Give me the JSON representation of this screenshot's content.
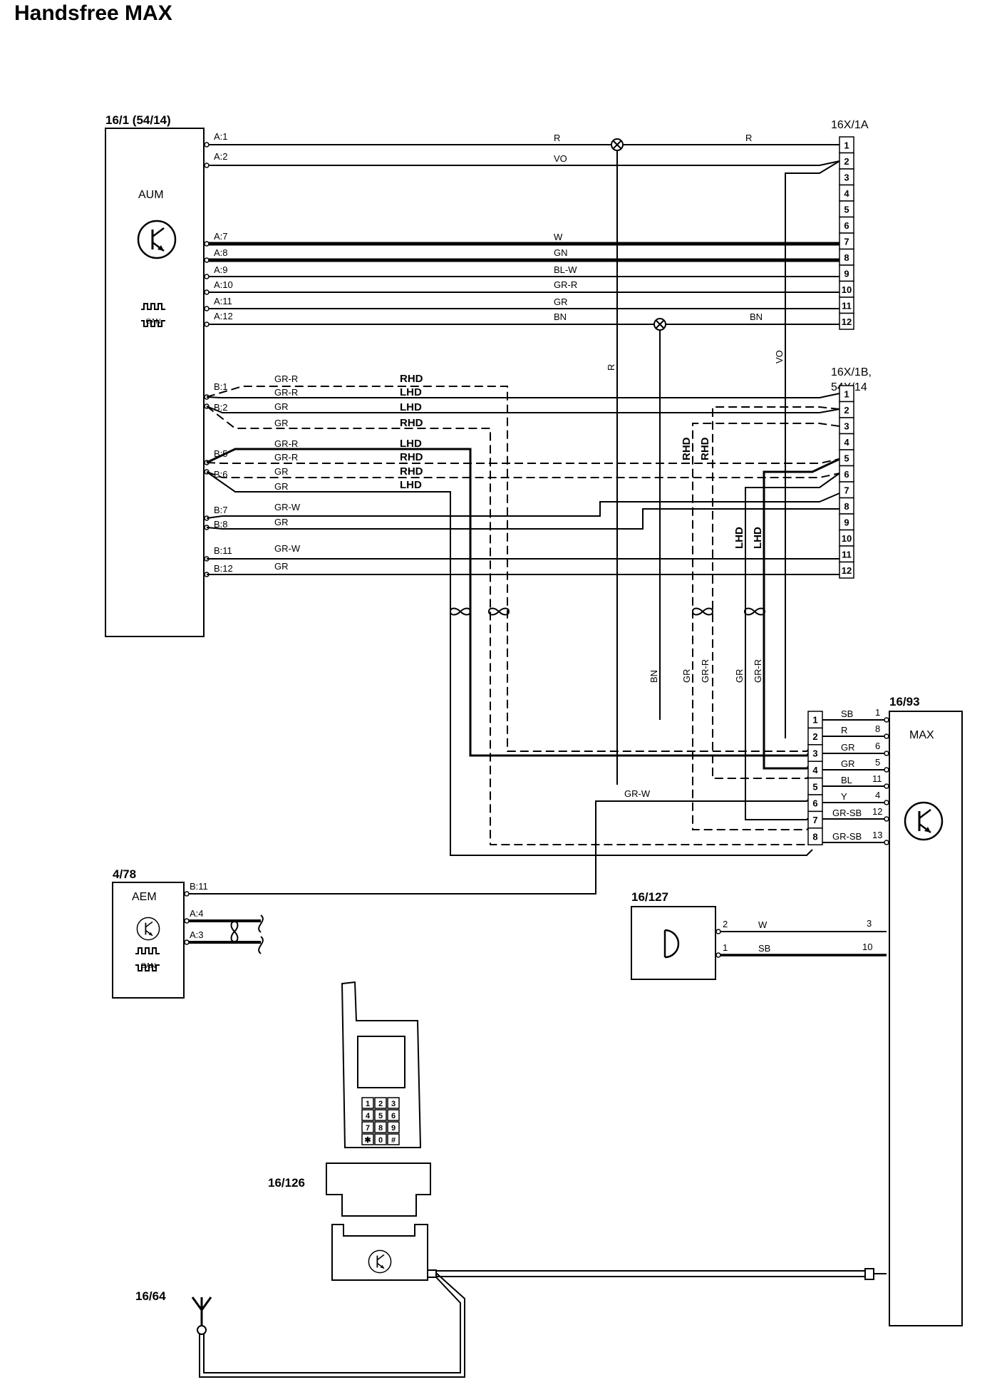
{
  "title": "Handsfree MAX",
  "components": {
    "aum": {
      "ref": "16/1 (54/14)",
      "name": "AUM",
      "can": "CAN"
    },
    "aem": {
      "ref": "4/78",
      "name": "AEM",
      "can": "CAN"
    },
    "max": {
      "ref": "16/93",
      "name": "MAX"
    },
    "mic": {
      "ref": "16/127"
    },
    "phone_holder": {
      "ref": "16/126"
    },
    "antenna": {
      "ref": "16/64"
    }
  },
  "connectors": {
    "c16x1a": {
      "ref": "16X/1A",
      "pins": [
        "1",
        "2",
        "3",
        "4",
        "5",
        "6",
        "7",
        "8",
        "9",
        "10",
        "11",
        "12"
      ]
    },
    "c16x1b": {
      "ref1": "16X/1B,",
      "ref2": "54X/14",
      "pins": [
        "1",
        "2",
        "3",
        "4",
        "5",
        "6",
        "7",
        "8",
        "9",
        "10",
        "11",
        "12"
      ]
    },
    "cmax": {
      "pins": [
        "1",
        "2",
        "3",
        "4",
        "5",
        "6",
        "7",
        "8"
      ]
    }
  },
  "aum_a": [
    {
      "pin": "A:1",
      "color": "R"
    },
    {
      "pin": "A:2",
      "color": "VO"
    },
    {
      "pin": "A:7",
      "color": "W"
    },
    {
      "pin": "A:8",
      "color": "GN"
    },
    {
      "pin": "A:9",
      "color": "BL-W"
    },
    {
      "pin": "A:10",
      "color": "GR-R"
    },
    {
      "pin": "A:11",
      "color": "GR"
    },
    {
      "pin": "A:12",
      "color": "BN"
    }
  ],
  "a_right": {
    "r": "R",
    "bn": "BN"
  },
  "aum_b_pins": [
    "B:1",
    "B:2",
    "B:5",
    "B:6",
    "B:7",
    "B:8",
    "B:11",
    "B:12"
  ],
  "aum_b_wires": [
    {
      "color": "GR-R",
      "side": "RHD"
    },
    {
      "color": "GR-R",
      "side": "LHD"
    },
    {
      "color": "GR",
      "side": "LHD"
    },
    {
      "color": "GR",
      "side": "RHD"
    },
    {
      "color": "GR-R",
      "side": "LHD"
    },
    {
      "color": "GR-R",
      "side": "RHD"
    },
    {
      "color": "GR",
      "side": "RHD"
    },
    {
      "color": "GR",
      "side": "LHD"
    }
  ],
  "aum_b_simple": [
    "GR-W",
    "GR",
    "GR-W",
    "GR"
  ],
  "vertical_labels": {
    "r": "R",
    "vo": "VO",
    "bn": "BN",
    "gr1": "GR",
    "grr1": "GR-R",
    "gr2": "GR",
    "grr2": "GR-R",
    "rhd1": "RHD",
    "rhd2": "RHD",
    "lhd1": "LHD",
    "lhd2": "LHD"
  },
  "grw_label": "GR-W",
  "max_pins": [
    {
      "color": "SB",
      "pin": "1"
    },
    {
      "color": "R",
      "pin": "8"
    },
    {
      "color": "GR",
      "pin": "6"
    },
    {
      "color": "GR",
      "pin": "5"
    },
    {
      "color": "BL",
      "pin": "11"
    },
    {
      "color": "Y",
      "pin": "4"
    },
    {
      "color": "GR-SB",
      "pin": "12"
    },
    {
      "color": "GR-SB",
      "pin": "13"
    }
  ],
  "aem_pins": [
    "B:11",
    "A:4",
    "A:3"
  ],
  "mic_pins": [
    {
      "pin": "2",
      "color": "W",
      "max_pin": "3"
    },
    {
      "pin": "1",
      "color": "SB",
      "max_pin": "10"
    }
  ],
  "keypad": [
    "1",
    "2",
    "3",
    "4",
    "5",
    "6",
    "7",
    "8",
    "9",
    "✱",
    "0",
    "#"
  ]
}
